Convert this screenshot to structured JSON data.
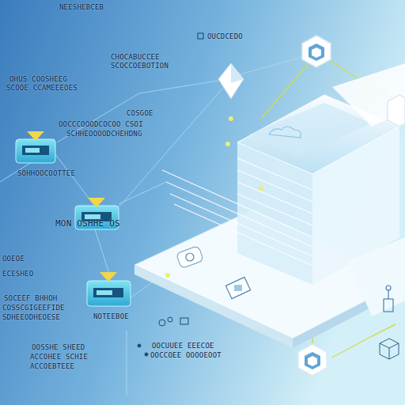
{
  "diagram": {
    "labels": [
      "NEESHEBCEB",
      "CHOCABUCCEE",
      "SCOCCOEBOTION",
      "OUCDCEDO",
      "OHUS COOSHEEG",
      "SCOOE CCAMEEEOES",
      "COSGOE",
      "OOCCCOOODCOCOO CSOI",
      "SCHHEOOOODCHEHDNG",
      "SOHHOOCOOTTEE",
      "MON OSHHE OS",
      "OOEOE",
      "ECESHEO",
      "SOCEEF BHHOH",
      "COSSCGIGEEFIDE",
      "SDHEEODHEOESE",
      "NOTEEBOE",
      "OOSSHE SHEED",
      "ACCOHEE SCHIE",
      "ACCOEBTEEE",
      "OOCUUEE EEECOE",
      "OOCCOEE OOOOEOOT"
    ]
  }
}
